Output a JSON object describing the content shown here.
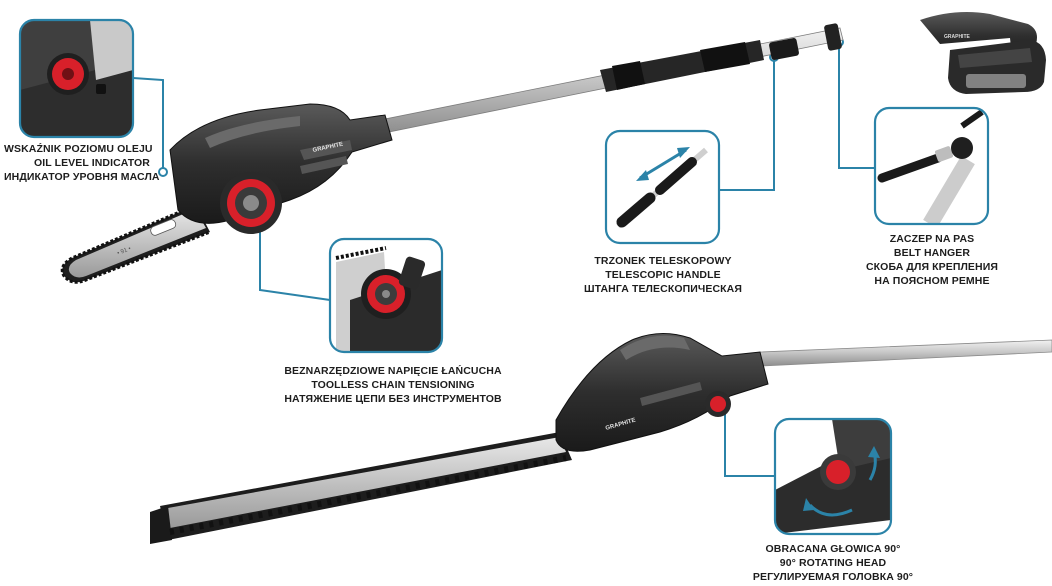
{
  "brand": {
    "logo_text": "GRAPHITE",
    "accent": "#d8202a",
    "callout": "#2b83a8"
  },
  "callouts": {
    "oil_level": {
      "lines": [
        "WSKAŹNIK POZIOMU OLEJU",
        "OIL LEVEL INDICATOR",
        "ИНДИКАТОР УРОВНЯ МАСЛА"
      ]
    },
    "chain_tension": {
      "lines": [
        "BEZNARZĘDZIOWE NAPIĘCIE ŁAŃCUCHA",
        "TOOLLESS CHAIN TENSIONING",
        "НАТЯЖЕНИЕ ЦЕПИ БЕЗ ИНСТРУМЕНТОВ"
      ]
    },
    "telescopic": {
      "lines": [
        "TRZONEK TELESKOPOWY",
        "TELESCOPIC HANDLE",
        "ШТАНГА ТЕЛЕСКОПИЧЕСКАЯ"
      ]
    },
    "belt_hanger": {
      "lines": [
        "ZACZEP NA PAS",
        "BELT HANGER",
        "СКОБА ДЛЯ КРЕПЛЕНИЯ",
        "НА ПОЯСНОМ РЕМНЕ"
      ]
    },
    "rotating_head": {
      "lines": [
        "OBRACANA GŁOWICA 90°",
        "90° ROTATING HEAD",
        "РЕГУЛИРУЕМАЯ ГОЛОВКА 90°"
      ]
    }
  },
  "icons": {
    "oil_zoom": "oil-level-detail-image",
    "chain_zoom": "chain-tension-knob-detail-image",
    "tele_zoom": "telescopic-handle-detail-image",
    "belt_zoom": "belt-hanger-detail-image",
    "head_zoom": "rotating-head-detail-image"
  }
}
